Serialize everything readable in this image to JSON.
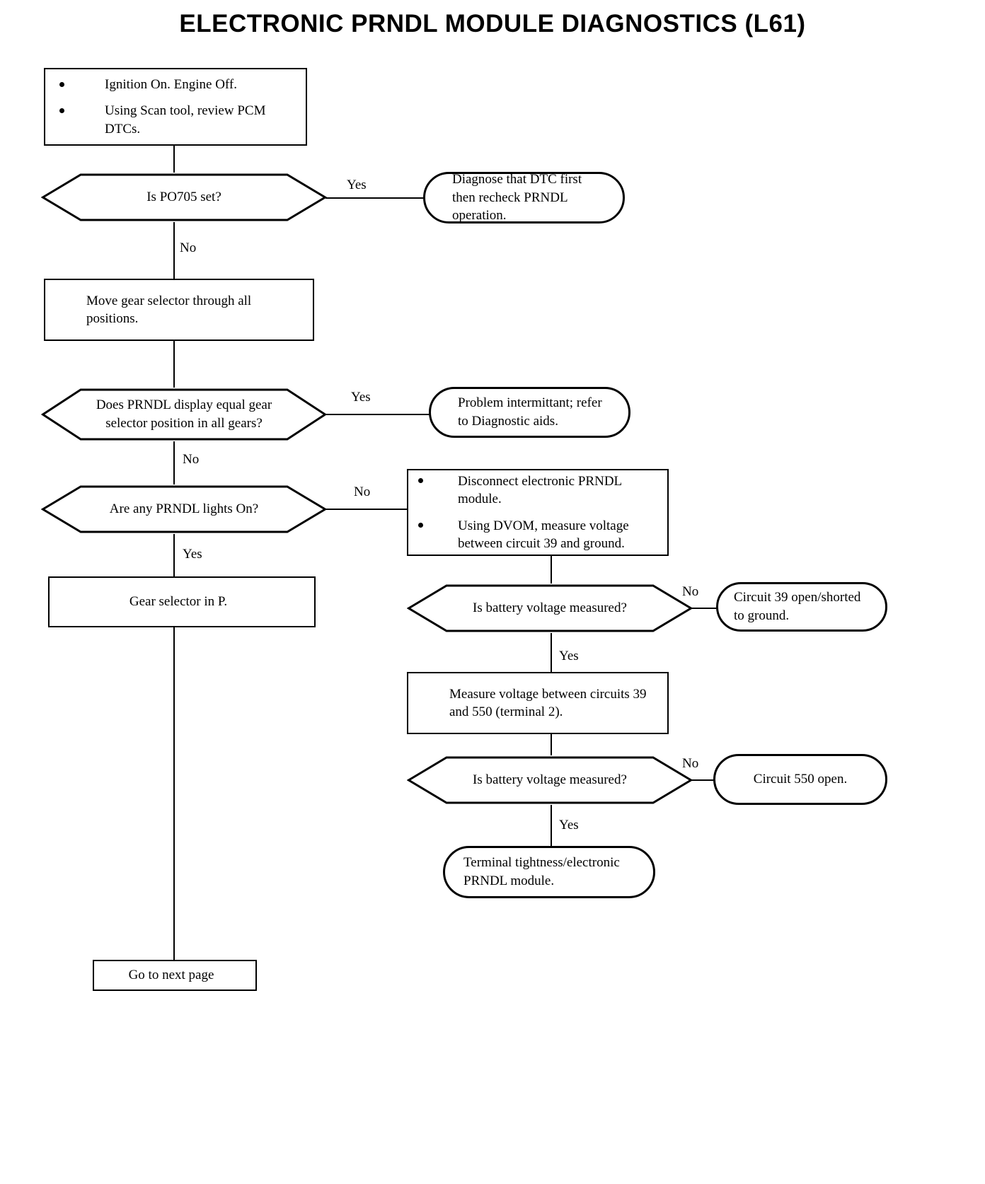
{
  "title": "ELECTRONIC PRNDL MODULE DIAGNOSTICS (L61)",
  "diagram": {
    "type": "flowchart",
    "nodes": {
      "start_checks": {
        "shape": "process",
        "bullets": [
          "Ignition On. Engine Off.",
          "Using Scan tool, review PCM DTCs."
        ]
      },
      "dtc_set": {
        "shape": "decision",
        "text": "Is PO705 set?"
      },
      "diagnose_dtc": {
        "shape": "terminator",
        "text": "Diagnose that DTC first then recheck PRNDL operation."
      },
      "move_selector": {
        "shape": "process",
        "text": "Move gear selector through all positions."
      },
      "display_equal": {
        "shape": "decision",
        "text": "Does PRNDL display equal gear selector position in all gears?"
      },
      "intermittant": {
        "shape": "terminator",
        "text": "Problem intermittant; refer to Diagnostic aids."
      },
      "lights_on": {
        "shape": "decision",
        "text": "Are any PRNDL lights On?"
      },
      "disconnect_module": {
        "shape": "process",
        "bullets": [
          "Disconnect electronic PRNDL module.",
          "Using DVOM, measure voltage between circuit 39 and ground."
        ]
      },
      "selector_in_p": {
        "shape": "process",
        "text": "Gear selector in P."
      },
      "batt_voltage_1": {
        "shape": "decision",
        "text": "Is battery voltage measured?"
      },
      "circuit39_open": {
        "shape": "terminator",
        "text": "Circuit 39 open/shorted to ground."
      },
      "measure_39_550": {
        "shape": "process",
        "text": "Measure voltage between circuits 39 and 550 (terminal 2)."
      },
      "batt_voltage_2": {
        "shape": "decision",
        "text": "Is battery voltage measured?"
      },
      "circuit550_open": {
        "shape": "terminator",
        "text": "Circuit 550 open."
      },
      "terminal_tightness": {
        "shape": "terminator",
        "text": "Terminal tightness/electronic PRNDL module."
      },
      "next_page": {
        "shape": "process",
        "text": "Go to next page"
      }
    },
    "edge_labels": {
      "dtc_set_yes": "Yes",
      "dtc_set_no": "No",
      "display_equal_yes": "Yes",
      "display_equal_no": "No",
      "lights_on_no": "No",
      "lights_on_yes": "Yes",
      "batt1_no": "No",
      "batt1_yes": "Yes",
      "batt2_no": "No",
      "batt2_yes": "Yes"
    }
  }
}
